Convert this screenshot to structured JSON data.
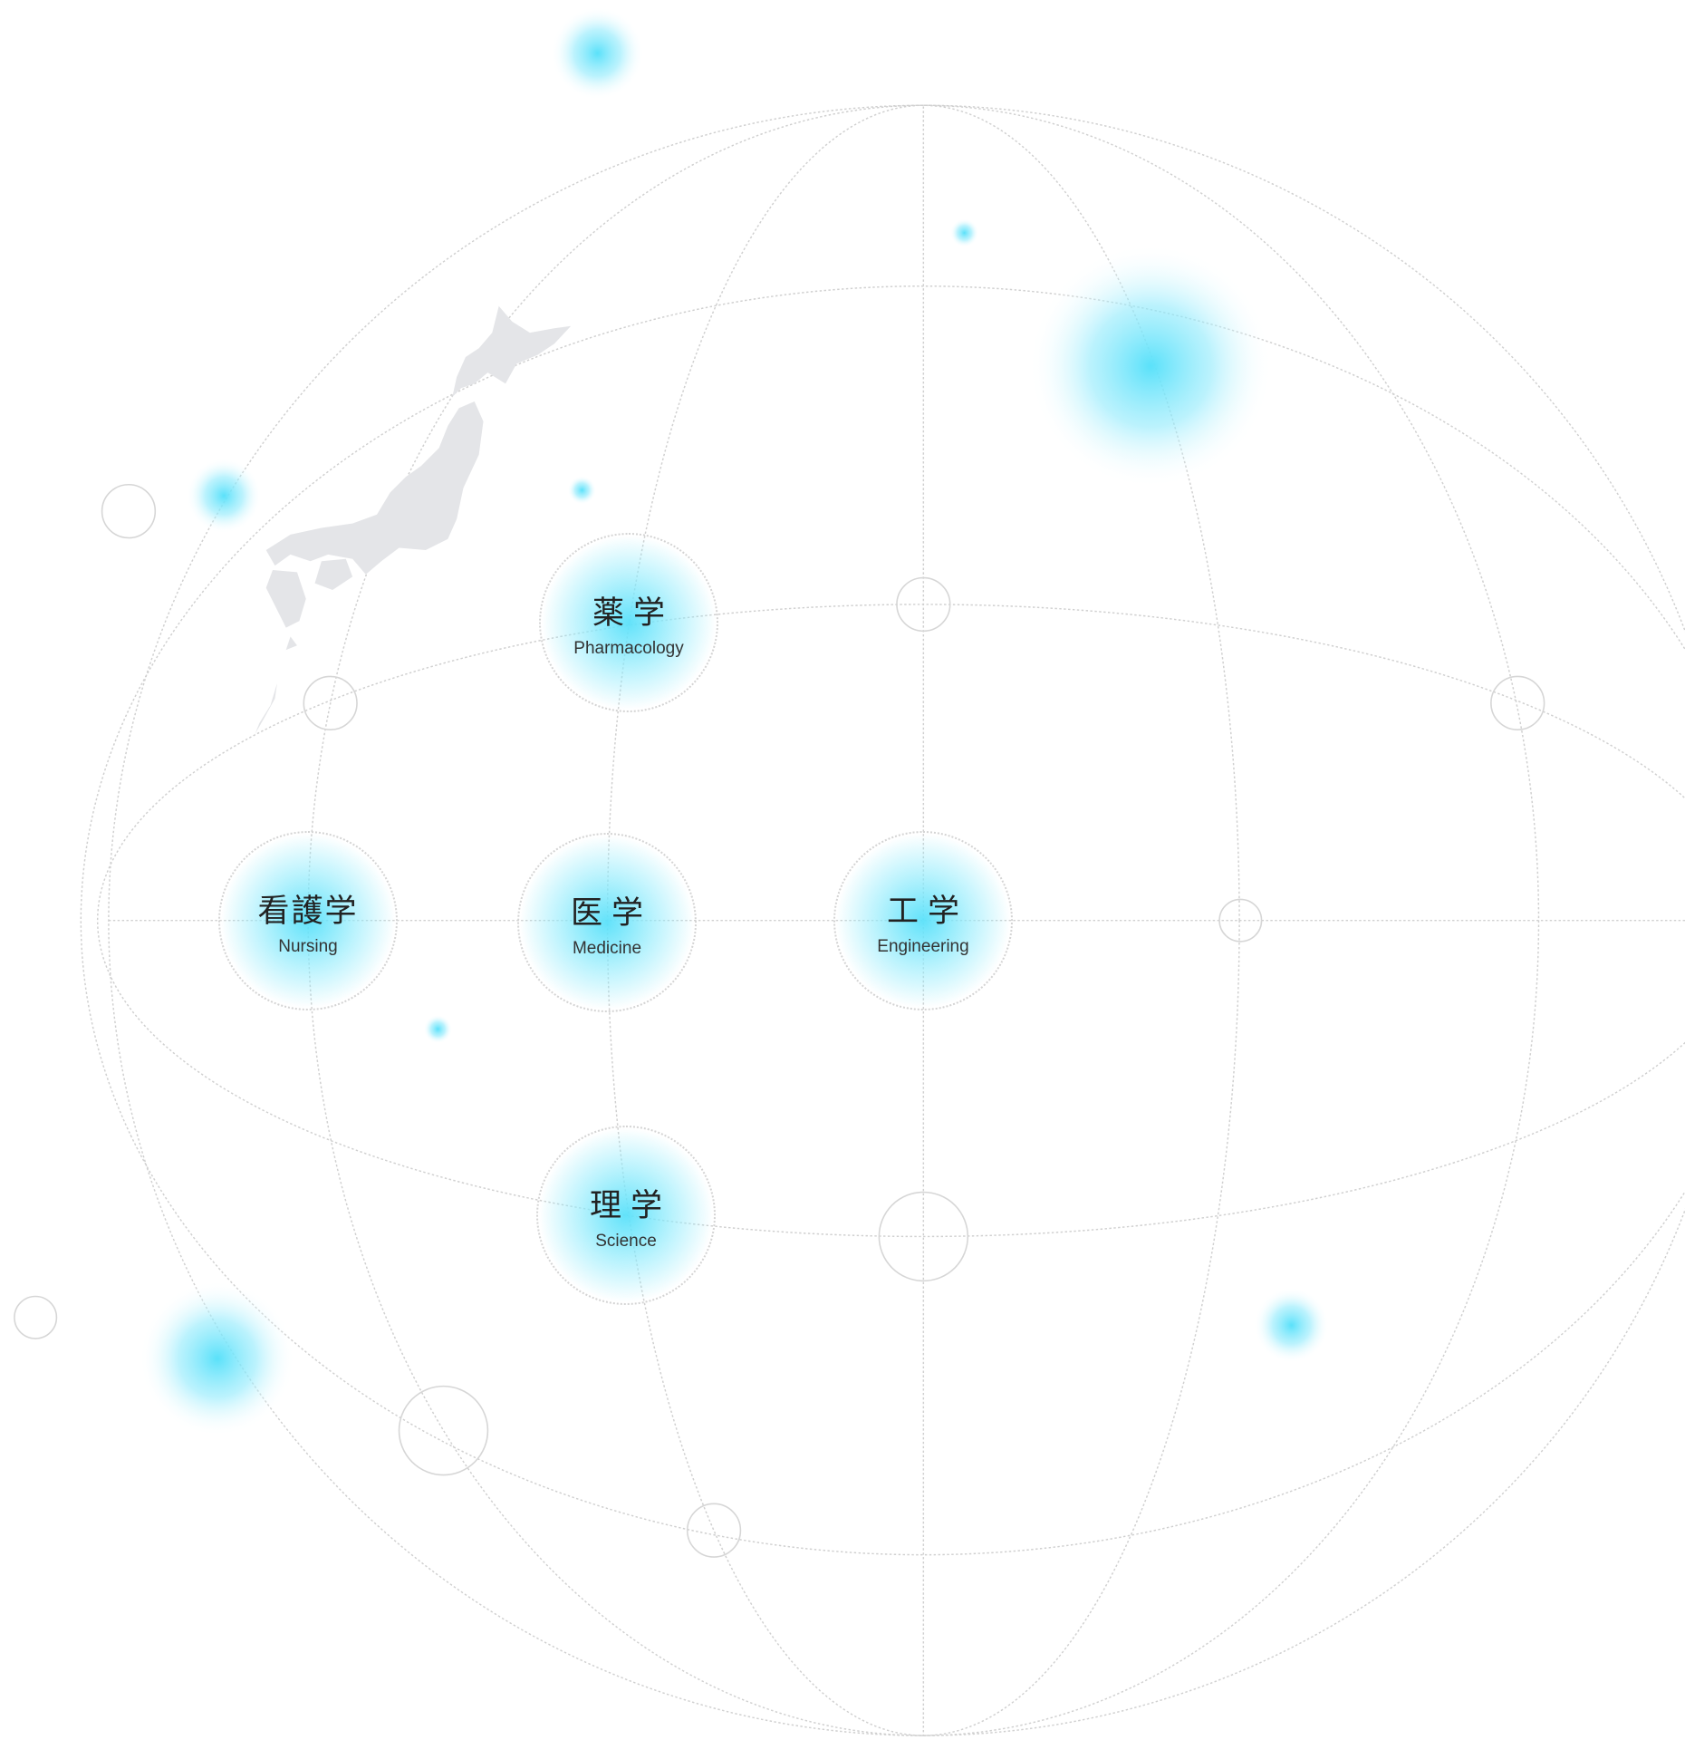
{
  "faculties": [
    {
      "ja": "薬学",
      "en": "Pharmacology"
    },
    {
      "ja": "看護学",
      "en": "Nursing"
    },
    {
      "ja": "医学",
      "en": "Medicine"
    },
    {
      "ja": "工学",
      "en": "Engineering"
    },
    {
      "ja": "理学",
      "en": "Science"
    }
  ],
  "colors": {
    "glow": "#5ae1fa",
    "grid": "#d0d0d0",
    "map": "#e4e5e8"
  }
}
